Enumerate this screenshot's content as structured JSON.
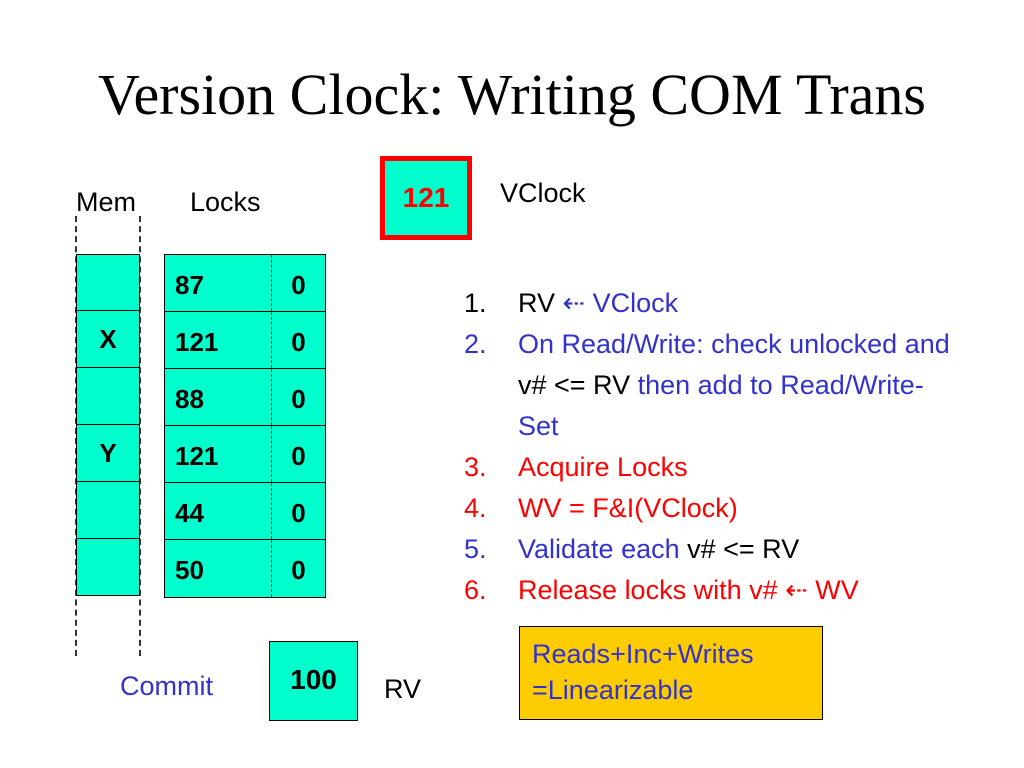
{
  "title": "Version Clock: Writing COM Trans",
  "labels": {
    "mem": "Mem",
    "locks": "Locks",
    "vclock": "VClock",
    "commit": "Commit",
    "rv": "RV"
  },
  "vclock_value": "121",
  "rv_value": "100",
  "memory": [
    "",
    "X",
    "",
    "Y",
    "",
    ""
  ],
  "locks": [
    {
      "version": "87",
      "bit": "0"
    },
    {
      "version": "121",
      "bit": "0"
    },
    {
      "version": "88",
      "bit": "0"
    },
    {
      "version": "121",
      "bit": "0"
    },
    {
      "version": "44",
      "bit": "0"
    },
    {
      "version": "50",
      "bit": "0"
    }
  ],
  "steps": [
    {
      "num": "1.",
      "color": "#000000",
      "parts": [
        {
          "text": "RV ",
          "color": "#000000"
        },
        {
          "text": "⇠ VClock",
          "color": "#3333cc"
        }
      ]
    },
    {
      "num": "2.",
      "color": "#3333cc",
      "parts": [
        {
          "text": "On Read/Write: check unlocked and ",
          "color": "#3333cc"
        },
        {
          "text": "v# <= RV ",
          "color": "#000000"
        },
        {
          "text": "then add to Read/Write-Set",
          "color": "#3333cc"
        }
      ]
    },
    {
      "num": "3.",
      "color": "#ff0000",
      "parts": [
        {
          "text": "Acquire Locks",
          "color": "#ff0000"
        }
      ]
    },
    {
      "num": "4.",
      "color": "#ff0000",
      "parts": [
        {
          "text": "WV = F&I(VClock)",
          "color": "#ff0000"
        }
      ]
    },
    {
      "num": "5.",
      "color": "#3333cc",
      "parts": [
        {
          "text": "Validate each ",
          "color": "#3333cc"
        },
        {
          "text": "v# <= RV",
          "color": "#000000"
        }
      ]
    },
    {
      "num": "6.",
      "color": "#ff0000",
      "parts": [
        {
          "text": "Release locks with v# ⇠ WV",
          "color": "#ff0000"
        }
      ]
    }
  ],
  "note": {
    "line1": "Reads+Inc+Writes",
    "line2": "=Linearizable"
  },
  "colors": {
    "cell_fill": "#00ffcc",
    "vclock_border": "#ff0000",
    "note_fill": "#ffcc00",
    "blue_text": "#3333cc",
    "red_text": "#ff0000"
  }
}
